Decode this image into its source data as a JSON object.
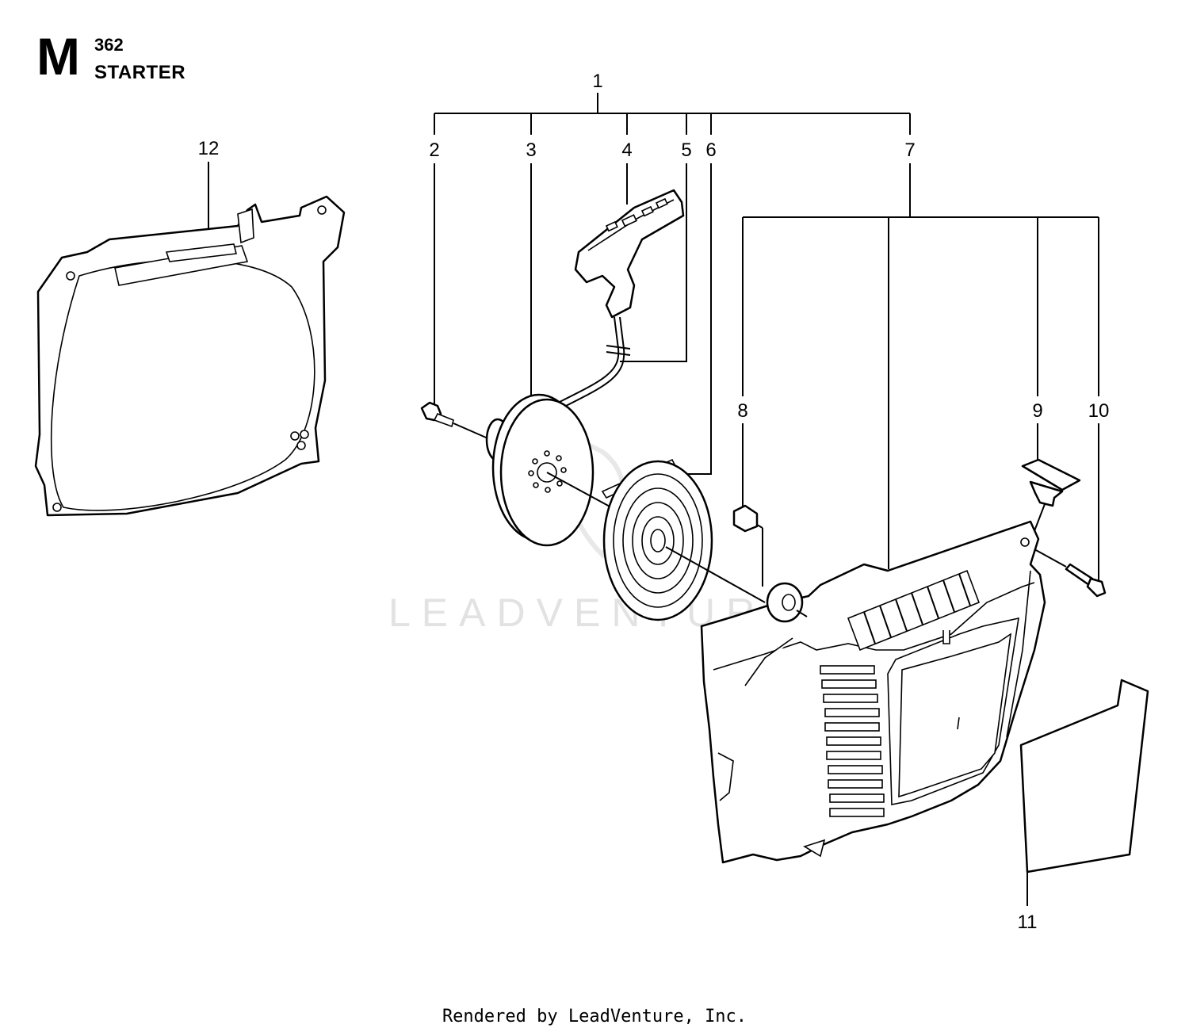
{
  "header": {
    "letter": "M",
    "model": "362",
    "title": "STARTER"
  },
  "watermark": "LEADVENTURE",
  "footer": "Rendered by LeadVenture, Inc.",
  "callouts": [
    {
      "id": "c1",
      "label": "1"
    },
    {
      "id": "c2",
      "label": "2"
    },
    {
      "id": "c3",
      "label": "3"
    },
    {
      "id": "c4",
      "label": "4"
    },
    {
      "id": "c5",
      "label": "5"
    },
    {
      "id": "c6",
      "label": "6"
    },
    {
      "id": "c7",
      "label": "7"
    },
    {
      "id": "c8",
      "label": "8"
    },
    {
      "id": "c9",
      "label": "9"
    },
    {
      "id": "c10",
      "label": "10"
    },
    {
      "id": "c11",
      "label": "11"
    },
    {
      "id": "c12",
      "label": "12"
    }
  ]
}
